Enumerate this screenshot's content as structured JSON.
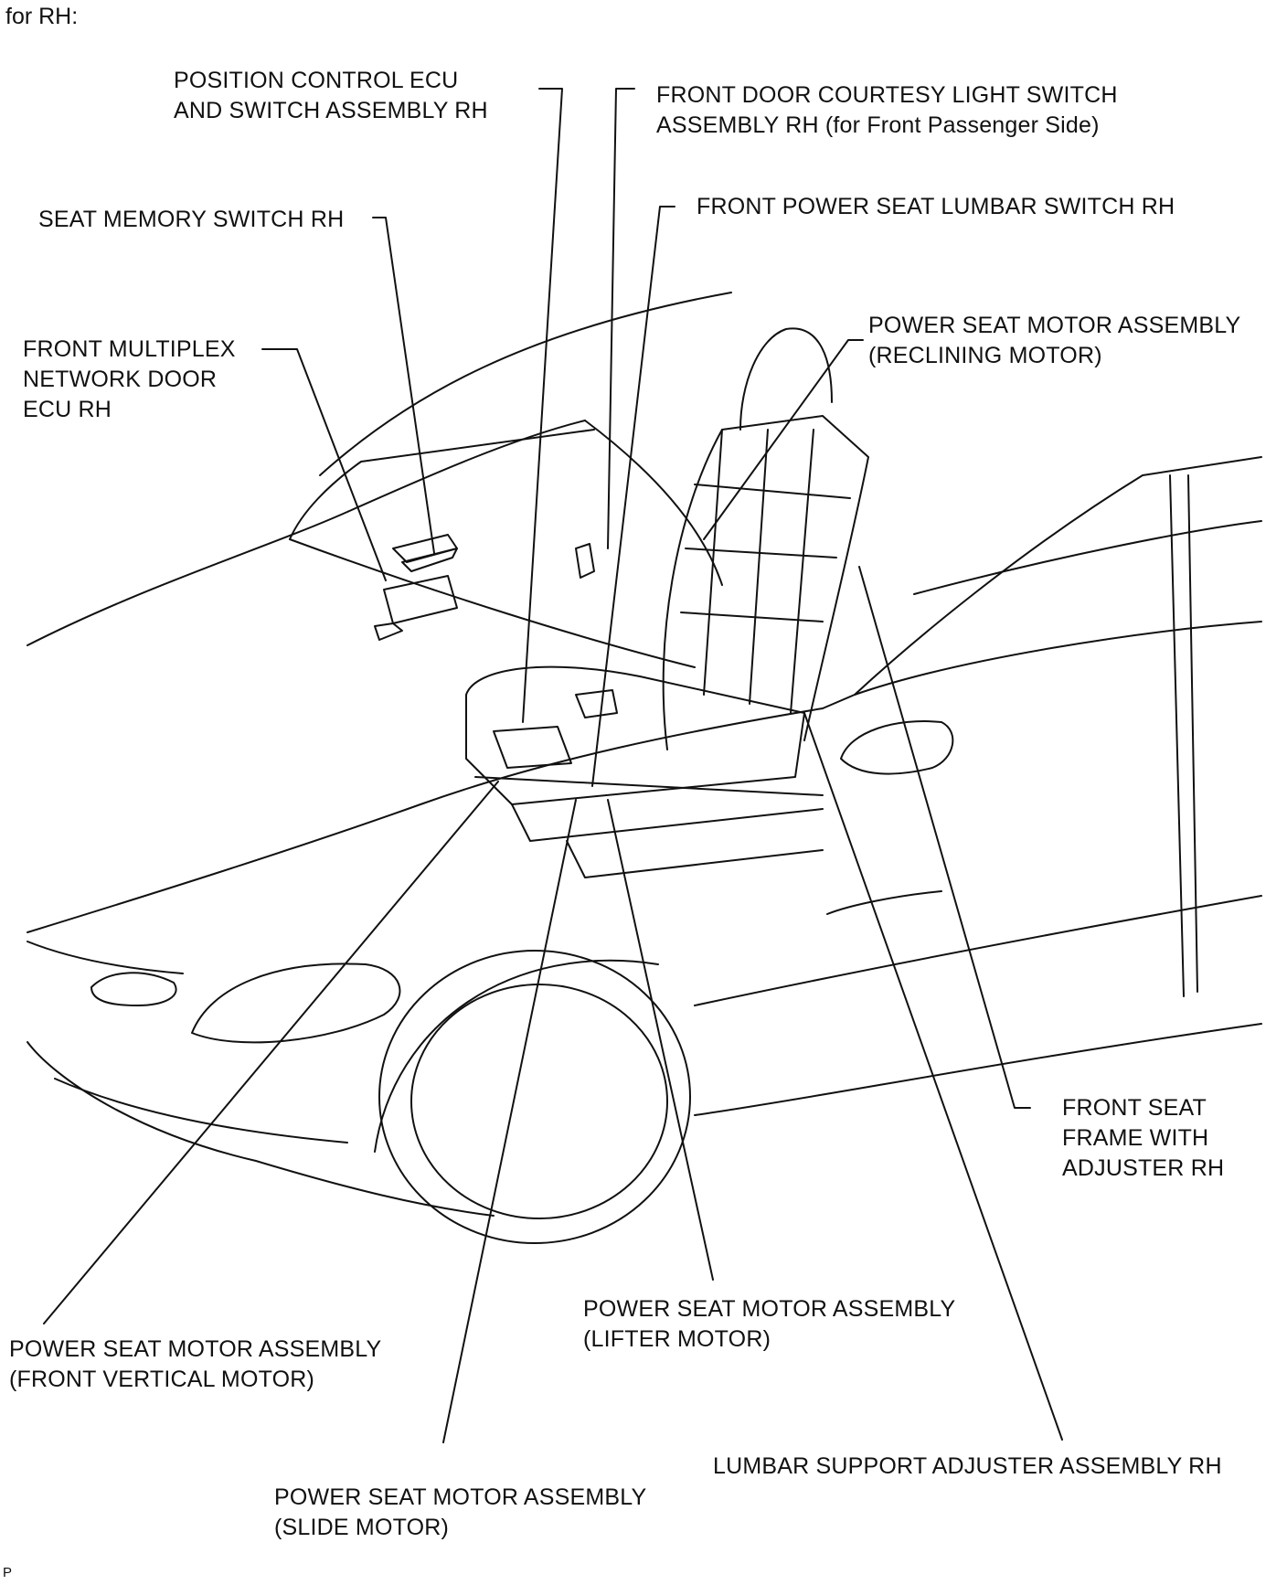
{
  "header": "for RH:",
  "footer": "P",
  "labels": {
    "position_ecu": [
      "POSITION CONTROL ECU",
      "AND SWITCH ASSEMBLY RH"
    ],
    "courtesy_switch": [
      "FRONT DOOR COURTESY LIGHT SWITCH",
      "ASSEMBLY RH (for Front Passenger Side)"
    ],
    "seat_memory": [
      "SEAT MEMORY SWITCH RH"
    ],
    "lumbar_switch": [
      "FRONT POWER SEAT LUMBAR SWITCH RH"
    ],
    "multiplex_ecu": [
      "FRONT MULTIPLEX",
      "NETWORK DOOR",
      "ECU RH"
    ],
    "reclining_motor": [
      "POWER SEAT MOTOR ASSEMBLY",
      "(RECLINING MOTOR)"
    ],
    "seat_frame": [
      "FRONT SEAT",
      "FRAME WITH",
      "ADJUSTER RH"
    ],
    "lifter_motor": [
      "POWER SEAT MOTOR ASSEMBLY",
      "(LIFTER MOTOR)"
    ],
    "front_vertical_motor": [
      "POWER SEAT MOTOR ASSEMBLY",
      "(FRONT VERTICAL MOTOR)"
    ],
    "lumbar_adjuster": [
      "LUMBAR SUPPORT ADJUSTER ASSEMBLY RH"
    ],
    "slide_motor": [
      "POWER SEAT MOTOR ASSEMBLY",
      "(SLIDE MOTOR)"
    ]
  }
}
